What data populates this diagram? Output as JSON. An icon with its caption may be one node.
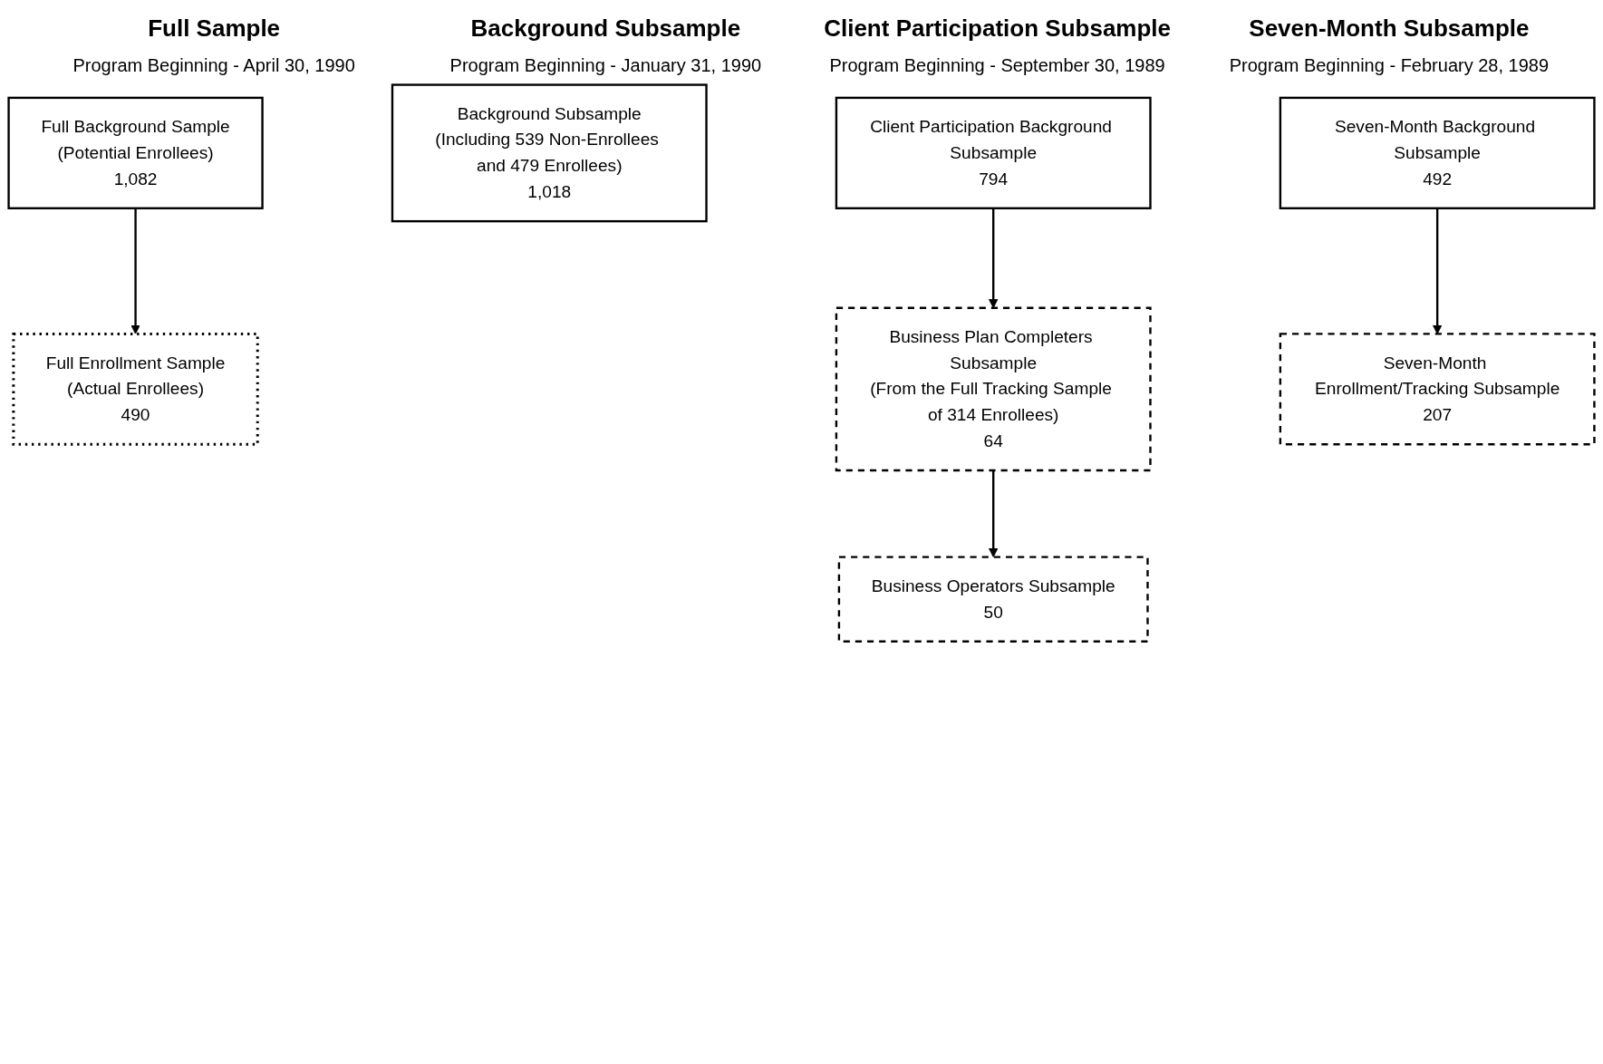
{
  "diagram": {
    "nodes": [
      {
        "text": [
          "Full Background Sample",
          "(Potential Enrollees)",
          "1,082"
        ]
      },
      {
        "text": [
          "Full Enrollment Sample",
          "(Actual Enrollees)",
          "490"
        ]
      },
      {
        "text": [
          "Background Subsample",
          "(Including 539 Non-Enrollees and 479 Enrollees)",
          "1,018"
        ]
      },
      {
        "text": [
          "Client Participation Background Subsample",
          "794"
        ]
      },
      {
        "text": [
          "Business Plan Completers Subsample",
          "(From the Full Tracking Sample of 314 Enrollees)",
          "64"
        ]
      },
      {
        "text": [
          "Business Operators Subsample",
          "50"
        ]
      },
      {
        "text": [
          "Seven-Month Background Subsample",
          "492"
        ]
      },
      {
        "text": [
          "Seven-Month Enrollment/Tracking Subsample",
          "207"
        ]
      }
    ],
    "edges": [
      {
        "from": 0,
        "to": 1,
        "arrow": "to"
      },
      {
        "from": 3,
        "to": 4,
        "arrow": "to"
      },
      {
        "from": 4,
        "to": 5,
        "arrow": "to"
      },
      {
        "from": 6,
        "to": 7,
        "arrow": "to"
      }
    ],
    "labels": [
      "Full Sample",
      "Program Beginning - April 30, 1990",
      "Background Subsample",
      "Program Beginning - January 31, 1990",
      "Client Participation Subsample",
      "Program Beginning - September 30, 1989",
      "Seven-Month Subsample",
      "Program Beginning - February 28, 1989"
    ]
  }
}
